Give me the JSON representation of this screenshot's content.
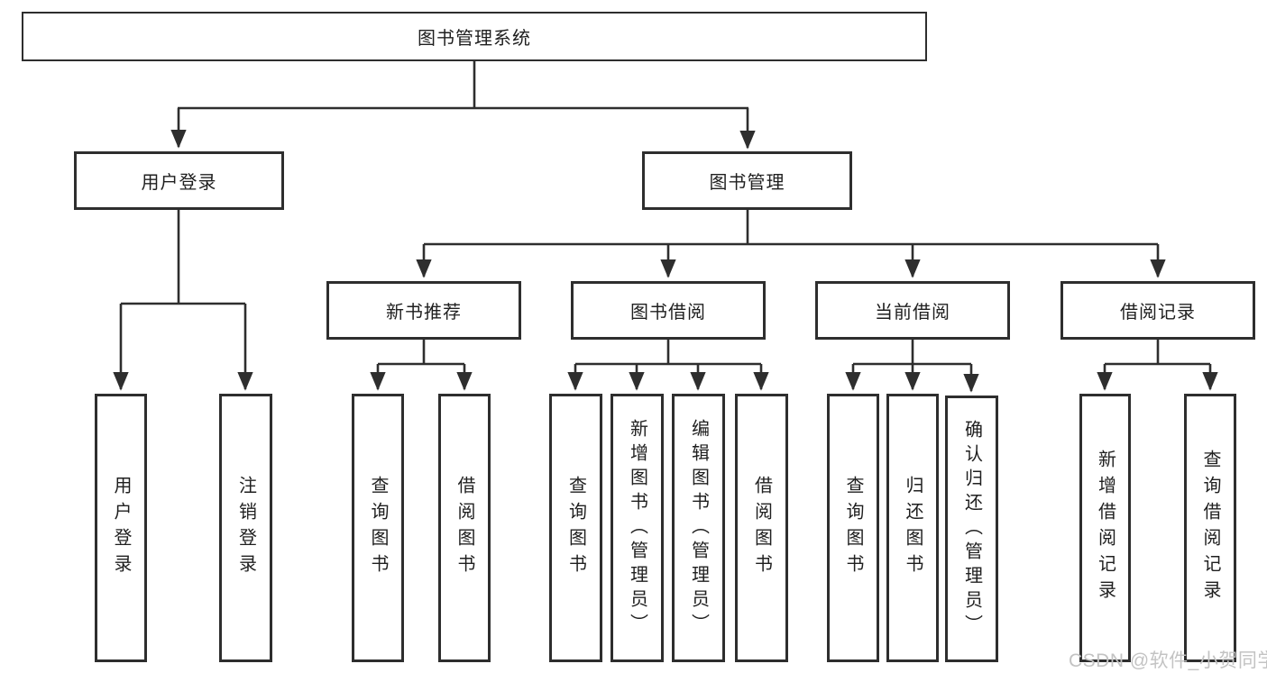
{
  "diagram": {
    "root": {
      "label": "图书管理系统"
    },
    "level2": [
      {
        "label": "用户登录"
      },
      {
        "label": "图书管理"
      }
    ],
    "level3": [
      {
        "label": "新书推荐"
      },
      {
        "label": "图书借阅"
      },
      {
        "label": "当前借阅"
      },
      {
        "label": "借阅记录"
      }
    ],
    "leaves": {
      "user_login": [
        {
          "label": "用户登录"
        },
        {
          "label": "注销登录"
        }
      ],
      "recommend": [
        {
          "label": "查询图书"
        },
        {
          "label": "借阅图书"
        }
      ],
      "borrow": [
        {
          "label": "查询图书"
        },
        {
          "label": "新增图书（管理员）"
        },
        {
          "label": "编辑图书（管理员）"
        },
        {
          "label": "借阅图书"
        }
      ],
      "current": [
        {
          "label": "查询图书"
        },
        {
          "label": "归还图书"
        },
        {
          "label": "确认归还（管理员）"
        }
      ],
      "records": [
        {
          "label": "新增借阅记录"
        },
        {
          "label": "查询借阅记录"
        }
      ]
    }
  },
  "watermark": {
    "text": "CSDN @软件_小贺同学"
  },
  "colors": {
    "line": "#2e2e2e",
    "text": "#1f1f1f",
    "background": "#ffffff",
    "watermark": "#c3c3c3"
  }
}
